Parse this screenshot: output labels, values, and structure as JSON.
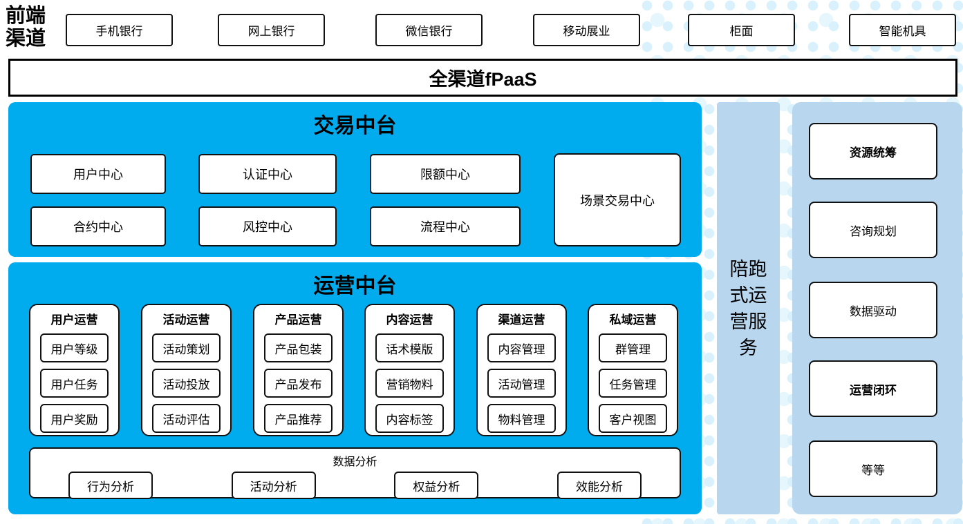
{
  "palette": {
    "cyan": "#00ACEE",
    "light_blue": "#B8D7EF",
    "dot": "#D9F1FC",
    "border": "#111111"
  },
  "front_channels": {
    "label_line1": "前端",
    "label_line2": "渠道",
    "items": [
      "手机银行",
      "网上银行",
      "微信银行",
      "移动展业",
      "柜面",
      "智能机具"
    ]
  },
  "fpaas_bar": {
    "label": "全渠道fPaaS"
  },
  "transaction_platform": {
    "title": "交易中台",
    "grid_items": [
      "用户中心",
      "认证中心",
      "限额中心",
      "合约中心",
      "风控中心",
      "流程中心"
    ],
    "tall_item": "场景交易中心"
  },
  "operation_platform": {
    "title": "运营中台",
    "columns": [
      {
        "title": "用户运营",
        "items": [
          "用户等级",
          "用户任务",
          "用户奖励"
        ]
      },
      {
        "title": "活动运营",
        "items": [
          "活动策划",
          "活动投放",
          "活动评估"
        ]
      },
      {
        "title": "产品运营",
        "items": [
          "产品包装",
          "产品发布",
          "产品推荐"
        ]
      },
      {
        "title": "内容运营",
        "items": [
          "话术模版",
          "营销物料",
          "内容标签"
        ]
      },
      {
        "title": "渠道运营",
        "items": [
          "内容管理",
          "活动管理",
          "物料管理"
        ]
      },
      {
        "title": "私域运营",
        "items": [
          "群管理",
          "任务管理",
          "客户视图"
        ]
      }
    ],
    "data_analysis": {
      "title": "数据分析",
      "items": [
        "行为分析",
        "活动分析",
        "权益分析",
        "效能分析"
      ]
    }
  },
  "side_bar": {
    "label": "陪跑式运营服务"
  },
  "right_panel": {
    "items": [
      {
        "label": "资源统筹"
      },
      {
        "label": "咨询规划"
      },
      {
        "label": "数据驱动"
      },
      {
        "label": "运营闭环"
      },
      {
        "label": "等等"
      }
    ]
  }
}
